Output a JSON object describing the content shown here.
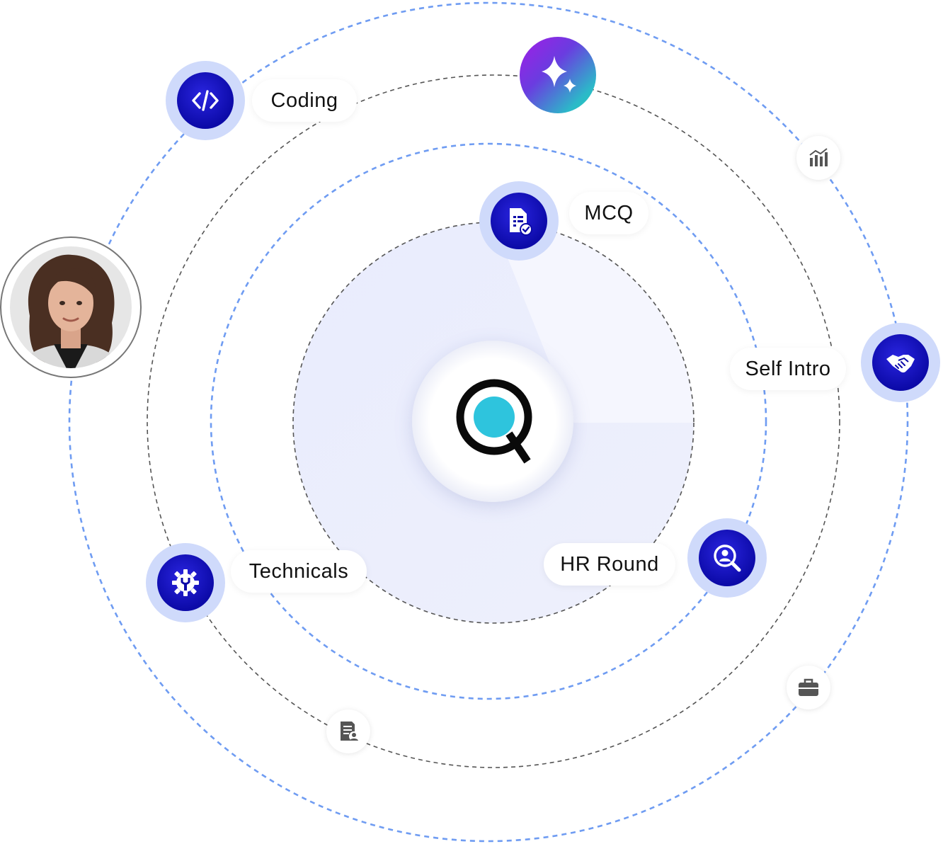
{
  "diagram": {
    "labels": {
      "coding": "Coding",
      "mcq": "MCQ",
      "self_intro": "Self Intro",
      "hr_round": "HR Round",
      "technicals": "Technicals"
    },
    "icons": {
      "coding": "code-icon",
      "mcq": "document-check-icon",
      "hr_round": "user-search-icon",
      "technicals": "gear-wrench-icon",
      "handshake": "handshake-icon",
      "ai": "sparkle-icon",
      "stats": "bar-chart-icon",
      "job": "briefcase-icon",
      "resume": "resume-icon",
      "logo": "q-logo-icon",
      "candidate": "avatar"
    },
    "colors": {
      "accent_blue": "#0c0aa8",
      "halo": "#cfdafb",
      "orbit_blue": "#6f9cf2",
      "orbit_gray": "#555555",
      "logo_teal": "#2ec4dd",
      "core_fill": "#eceffd"
    }
  }
}
